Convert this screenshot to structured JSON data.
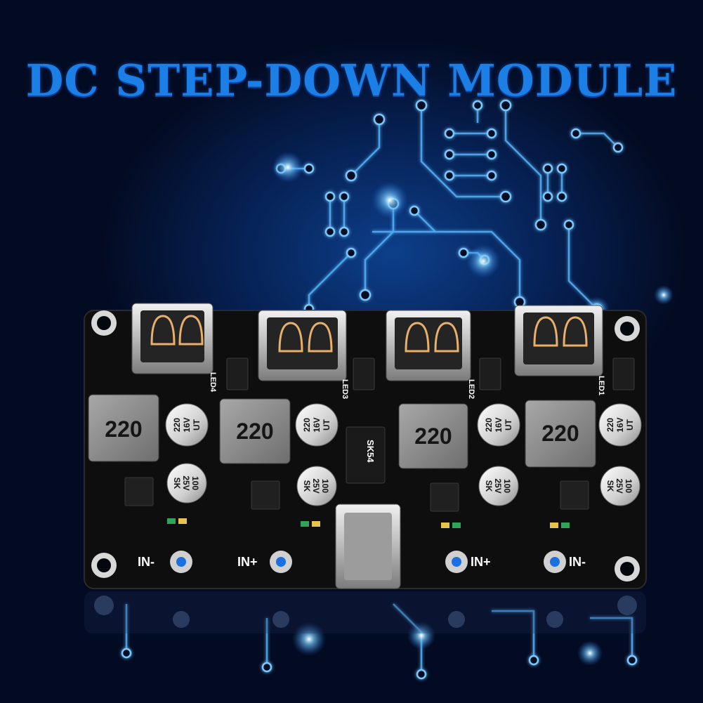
{
  "title": "DC STEP-DOWN MODULE",
  "board": {
    "inductor_labels": [
      "220",
      "220",
      "220",
      "220"
    ],
    "cap_top_labels": [
      [
        "220",
        "16V",
        "UT"
      ],
      [
        "220",
        "16V",
        "UT"
      ],
      [
        "220",
        "16V",
        "UT"
      ],
      [
        "220",
        "16V",
        "UT"
      ]
    ],
    "cap_bottom_labels": [
      [
        "100",
        "25V",
        "SK"
      ],
      [
        "100",
        "25V",
        "SK"
      ],
      [
        "100",
        "25V",
        "SK"
      ],
      [
        "100",
        "25V",
        "SK"
      ]
    ],
    "led_labels": [
      "LED4",
      "LED3",
      "LED2",
      "LED1"
    ],
    "diode_label": "SK54",
    "terminal_labels": [
      "IN-",
      "IN+",
      "IN+",
      "IN-"
    ]
  },
  "colors": {
    "title": "#1b7fe6",
    "background": "#030b22",
    "circuit_glow": "#5ab8ff",
    "pcb": "#0e0e0e"
  }
}
